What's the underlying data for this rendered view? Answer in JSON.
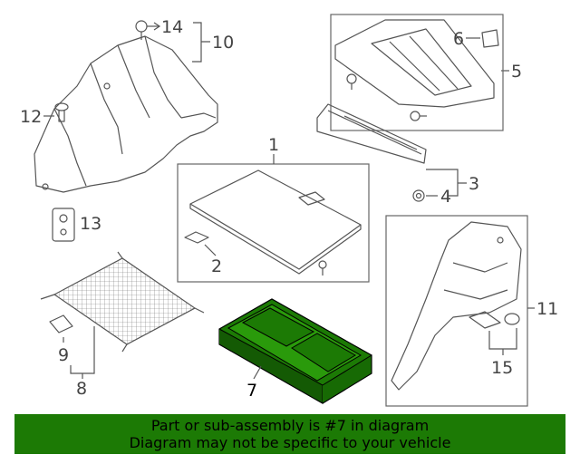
{
  "callouts": {
    "c1": "1",
    "c2": "2",
    "c3": "3",
    "c4": "4",
    "c5": "5",
    "c6": "6",
    "c7": "7",
    "c8": "8",
    "c9": "9",
    "c10": "10",
    "c11": "11",
    "c12": "12",
    "c13": "13",
    "c14": "14",
    "c15": "15"
  },
  "highlight": {
    "part_number": "7",
    "color": "#1c7a05"
  },
  "banner": {
    "line1": "Part or sub-assembly is #7 in diagram",
    "line2": "Diagram may not be specific to your vehicle",
    "background": "#1c7a05"
  }
}
